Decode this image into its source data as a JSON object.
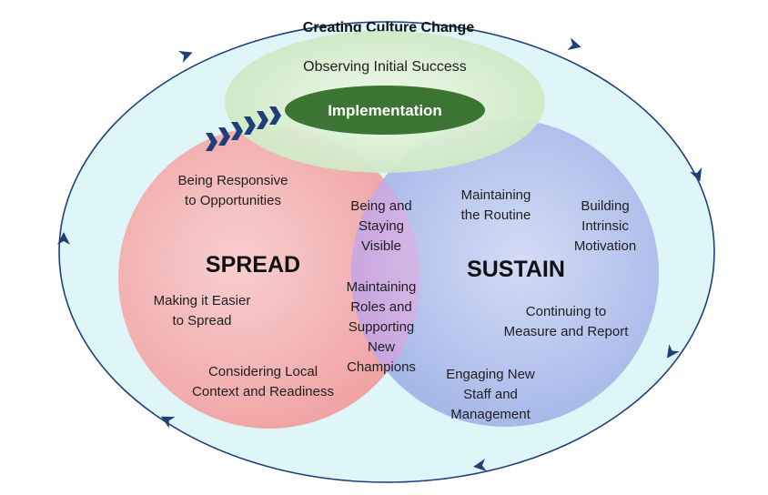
{
  "title": "Creating Culture Change",
  "top_circle": {
    "label": "Observing Initial Success",
    "center_label": "Implementation"
  },
  "spread": {
    "label": "SPREAD",
    "items": [
      "Being Responsive\nto Opportunities",
      "Making it Easier\nto Spread",
      "Considering Local\nContext and Readiness"
    ]
  },
  "overlap": {
    "items": [
      "Being and\nStaying\nVisible",
      "Maintaining\nRoles and\nSupporting\nNew\nChampions"
    ]
  },
  "sustain": {
    "label": "SUSTAIN",
    "items": [
      "Maintaining\nthe Routine",
      "Building\nIntrinsic\nMotivation",
      "Continuing to\nMeasure and Report",
      "Engaging New\nStaff and\nManagement"
    ]
  },
  "colors": {
    "outer_fill": "#dff6f9",
    "outer_stroke": "#1f3f79",
    "spread_fill": "#f2b3b3",
    "sustain_fill": "#b9c7ee",
    "overlap_fill": "#d2b4e6",
    "top_fill": "#d9efd1",
    "implementation_fill": "#3c7434",
    "chevron": "#1f3f79"
  }
}
